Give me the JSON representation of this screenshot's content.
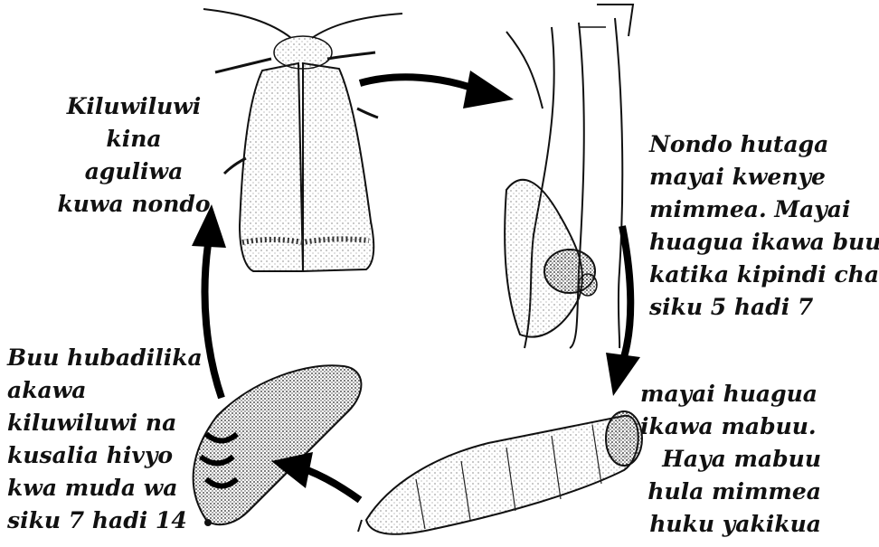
{
  "stages": {
    "pupa_to_moth": {
      "lines": [
        "Kiluwiluwi",
        "kina",
        "aguliwa",
        "kuwa nondo"
      ]
    },
    "moth_to_eggs": {
      "lines": [
        "Nondo hutaga",
        "mayai kwenye",
        "mimmea. Mayai",
        "huagua ikawa buu",
        "katika kipindi cha",
        "siku 5 hadi 7"
      ]
    },
    "eggs_to_larva": {
      "lines": [
        "mayai huagua",
        "ikawa mabuu.",
        "Haya mabuu",
        "hula mimmea",
        "huku yakikua"
      ]
    },
    "larva_to_pupa": {
      "lines": [
        "Buu hubadilika",
        "akawa",
        "kiluwiluwi na",
        "kusalia hivyo",
        "kwa muda wa",
        "siku 7 hadi 14"
      ]
    }
  },
  "illustrations": [
    "moth-illustration",
    "egg-mass-on-stem-illustration",
    "larva-illustration",
    "pupa-illustration"
  ],
  "colors": {
    "ink": "#111111",
    "background": "#ffffff"
  }
}
